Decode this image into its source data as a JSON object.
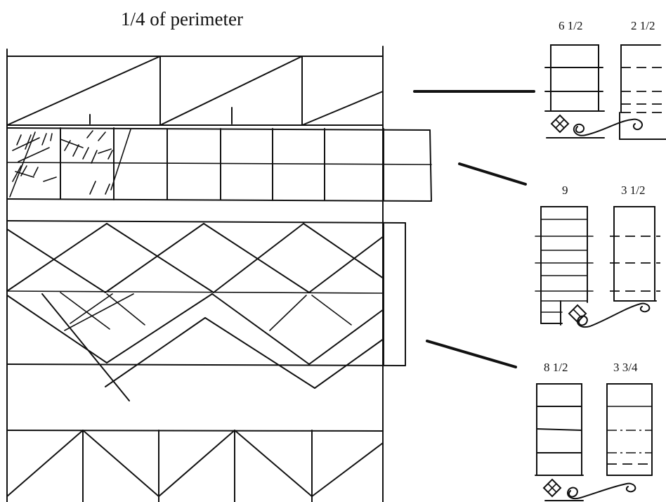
{
  "title": "1/4 of perimeter",
  "panels": [
    {
      "id": "top",
      "left_label": "6 1/2",
      "right_label": "2 1/2"
    },
    {
      "id": "middle",
      "left_label": "9",
      "right_label": "3 1/2"
    },
    {
      "id": "bottom",
      "left_label": "8 1/2",
      "right_label": "3 3/4"
    }
  ],
  "icons": [
    "diamond-lattice-icon",
    "scroll-vine-icon"
  ]
}
